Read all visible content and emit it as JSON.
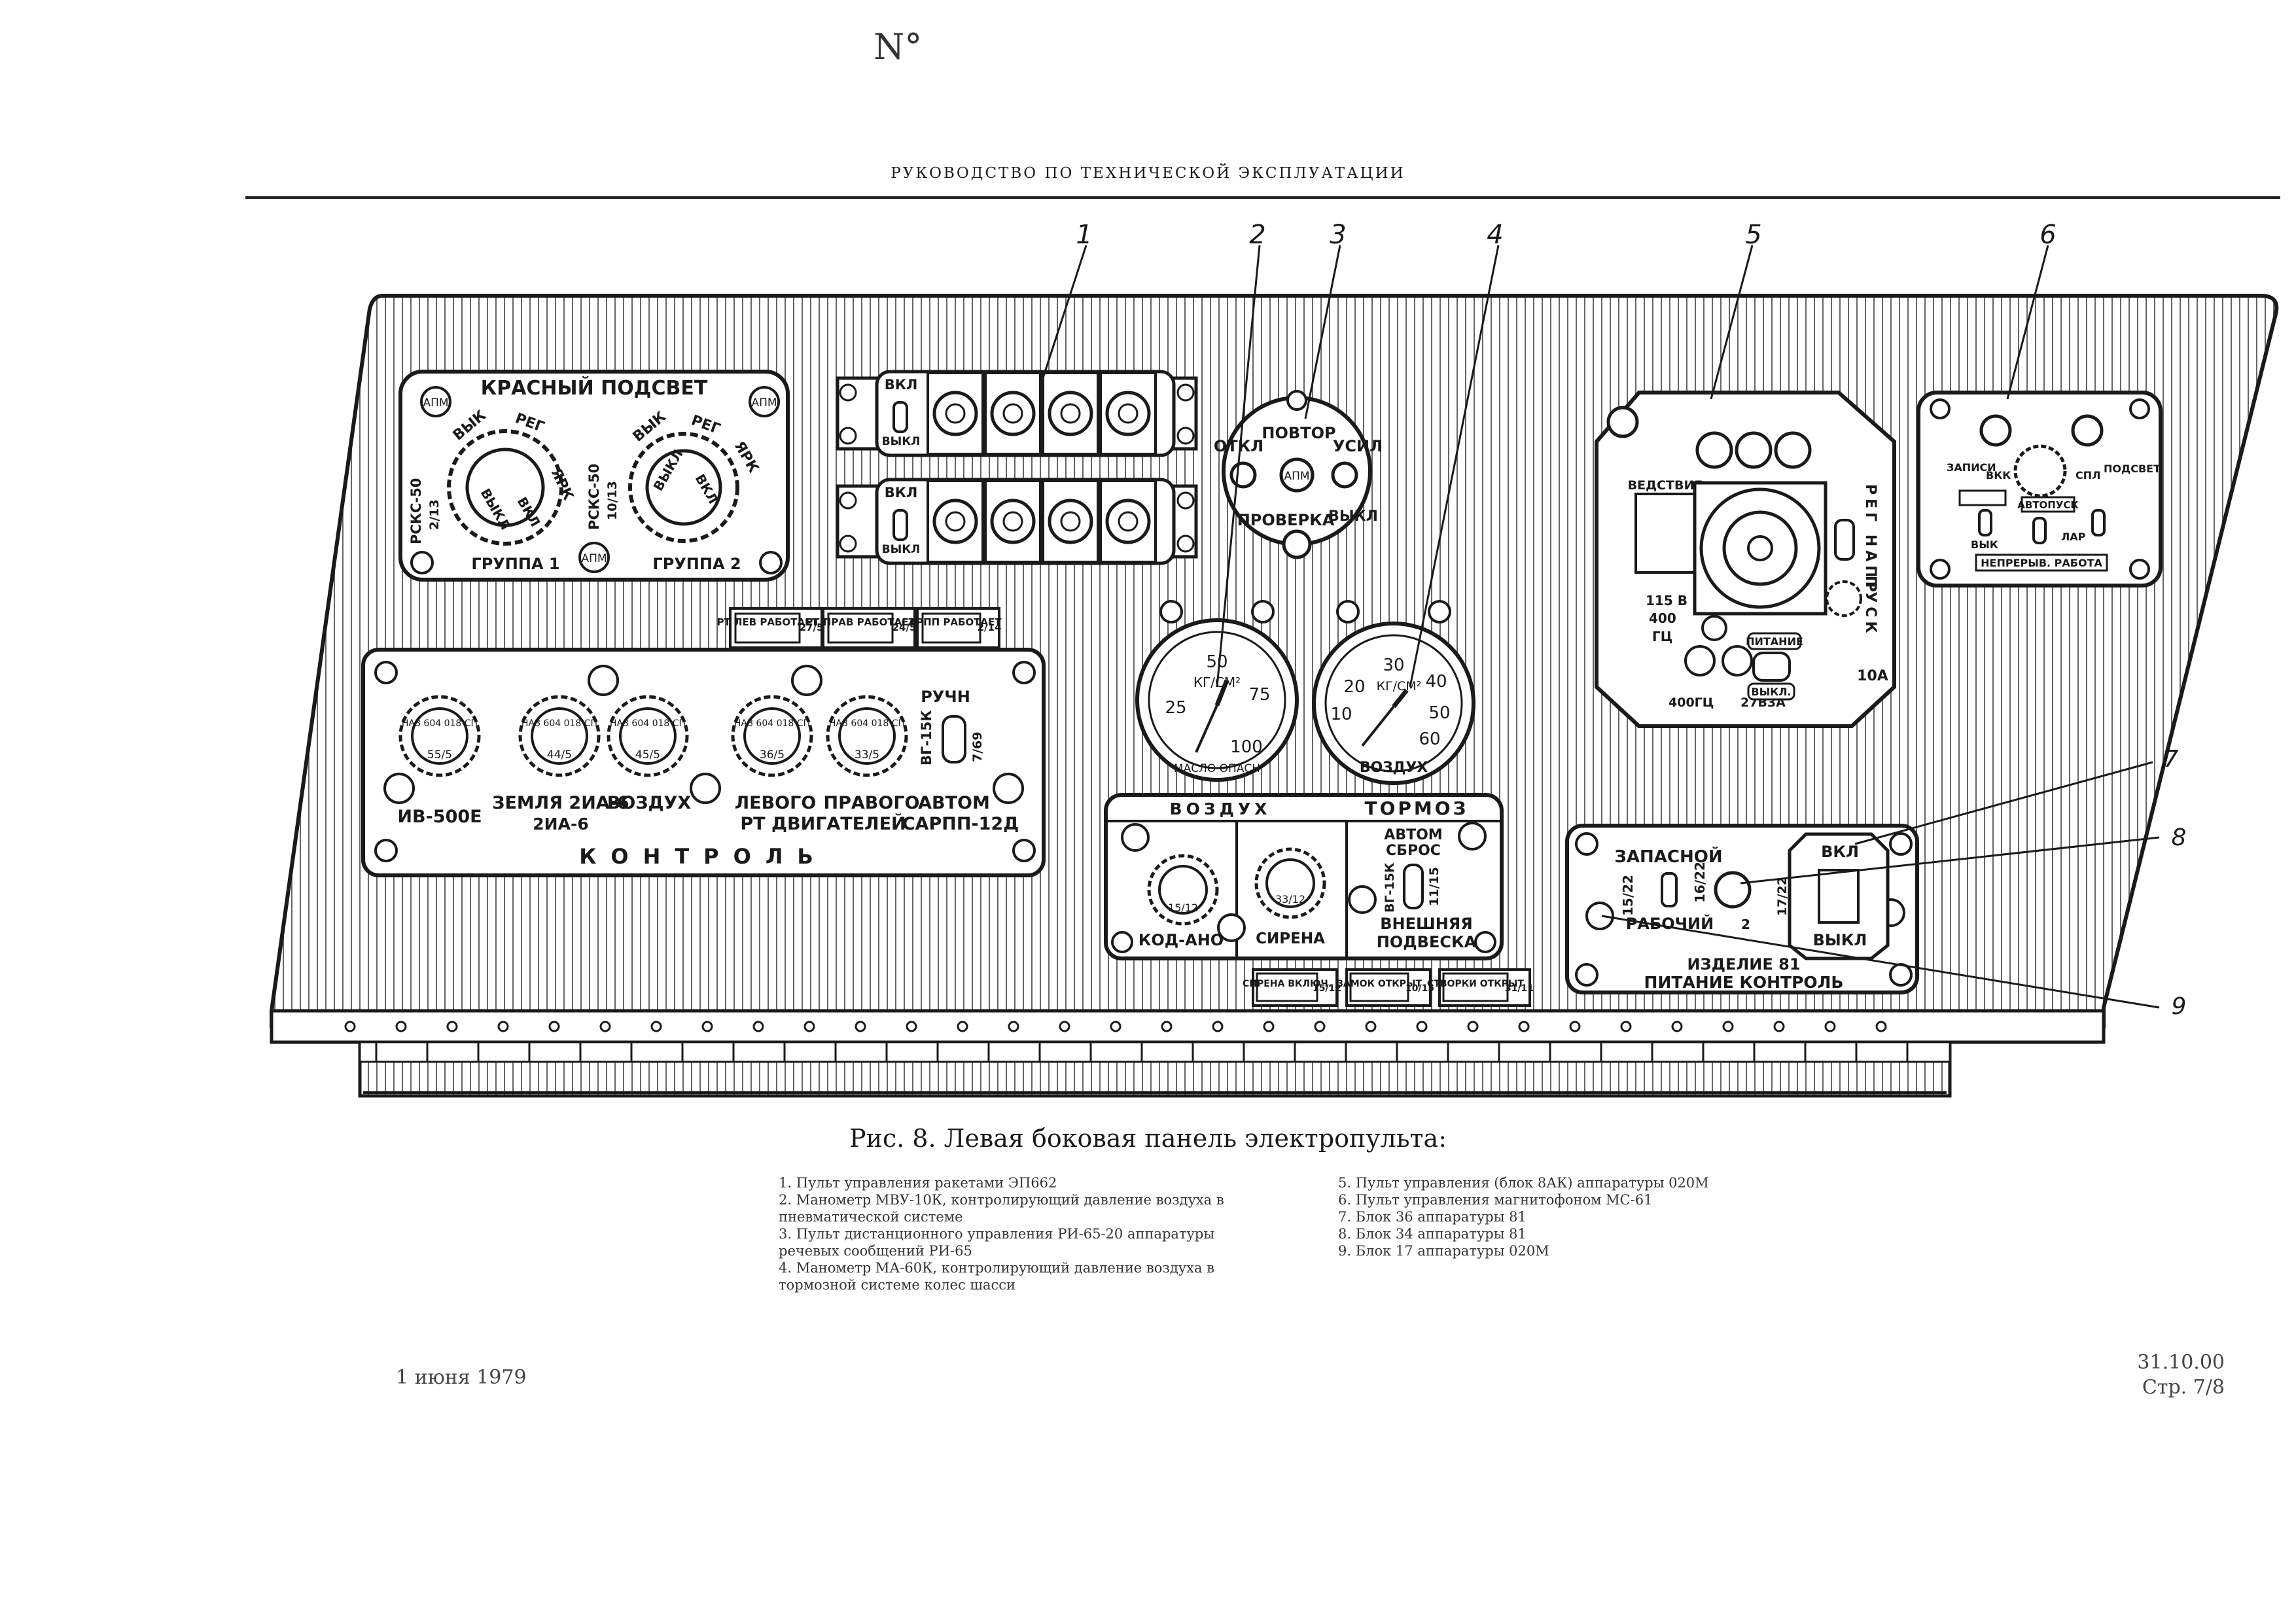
{
  "page": {
    "mark": "N°",
    "running_head": "РУКОВОДСТВО ПО ТЕХНИЧЕСКОЙ ЭКСПЛУАТАЦИИ",
    "caption": "Рис. 8. Левая боковая панель электропульта:",
    "date": "1 июня 1979",
    "code": "31.10.00",
    "page_no": "Стр. 7/8"
  },
  "legend_left": [
    "1. Пульт управления ракетами ЭП662",
    "2. Манометр МВУ-10К, контролирующий давление воздуха в пневматической системе",
    "3. Пульт дистанционного управления РИ-65-20 аппаратуры речевых сообщений РИ-65",
    "4. Манометр МА-60К, контролирующий давление воздуха в тормозной системе колес шасси"
  ],
  "legend_right": [
    "5. Пульт управления (блок 8АК) аппаратуры 020М",
    "6. Пульт управления магнитофоном МС-61",
    "7. Блок 36 аппаратуры 81",
    "8. Блок 34 аппаратуры 81",
    "9. Блок 17 аппаратуры 020М"
  ],
  "callouts": [
    "1",
    "2",
    "3",
    "4",
    "5",
    "6",
    "7",
    "8",
    "9"
  ],
  "red_light": {
    "title": "КРАСНЫЙ ПОДСВЕТ",
    "knob1": {
      "dev": "РСКС-50",
      "code": "2/13",
      "group": "ГРУППА 1"
    },
    "knob2": {
      "dev": "РСКС-50",
      "code": "10/13",
      "group": "ГРУППА 2"
    },
    "vyk": "ВЫК",
    "reg": "РЕГ",
    "yark": "ЯРК",
    "vykl": "ВЫКЛ",
    "vkl": "ВКЛ",
    "apm": "АПМ"
  },
  "rocket": {
    "vkl": "ВКЛ",
    "vykl": "ВЫКЛ"
  },
  "tags_top": [
    {
      "label": "РТ ЛЕВ РАБОТАЕТ",
      "code": "27/5"
    },
    {
      "label": "РТ ПРАВ РАБОТАЕТ",
      "code": "24/5"
    },
    {
      "label": "САРПП РАБОТАЕТ",
      "code": "2/14"
    }
  ],
  "control": {
    "title": "КОНТРОЛЬ",
    "ruchn": "РУЧН",
    "vg": "ВГ-15К",
    "vg_code": "7/69",
    "fuses": [
      {
        "code": "55/5",
        "label": "ИВ-500Е"
      },
      {
        "code": "44/5",
        "label": "ЗЕМЛЯ 2ИА-6"
      },
      {
        "code": "45/5",
        "label": "ВОЗДУХ"
      },
      {
        "code": "36/5",
        "label": "ЛЕВОГО"
      },
      {
        "code": "33/5",
        "label": "ПРАВОГО"
      }
    ],
    "rt": "РТ ДВИГАТЕЛЕЙ",
    "avtom": "АВТОМ",
    "sarpp": "САРПП-12Д",
    "fuse_text": "НАЗ 604 018 СП"
  },
  "voice": {
    "otkl": "ОТКЛ",
    "povtor": "ПОВТОР",
    "usil": "УСИЛ",
    "proverka": "ПРОВЕРКА",
    "vykl": "ВЫКЛ",
    "apm": "АПМ"
  },
  "gauge_air": {
    "unit": "КГ/СМ²",
    "ticks": [
      "25",
      "50",
      "75",
      "100"
    ],
    "label": "МАСЛО ОПАСН"
  },
  "gauge_brake": {
    "unit": "КГ/СМ²",
    "ticks": [
      "10",
      "20",
      "30",
      "40",
      "50",
      "60"
    ],
    "label": "ВОЗДУХ"
  },
  "brake_box": {
    "vozduh": "ВОЗДУХ",
    "tormoz": "ТОРМОЗ",
    "fuse1": "15/12",
    "fuse2": "33/12",
    "kod": "КОД-АНО",
    "sirena": "СИРЕНА",
    "avtom": "АВТОМ",
    "sbros": "СБРОС",
    "vg": "ВГ-15К",
    "vg_code": "11/15",
    "vnesh": "ВНЕШНЯЯ",
    "podveska": "ПОДВЕСКА"
  },
  "tags_bottom": [
    {
      "label": "СИРЕНА ВКЛЮЧ.",
      "code": "15/12"
    },
    {
      "label": "ЗАМОК ОТКРЫТ",
      "code": "10/15"
    },
    {
      "label": "СТВОРКИ ОТКРЫТ",
      "code": "31/11"
    }
  ],
  "box8ak": {
    "vedstv": "ВЕДСТВИЕ",
    "v115": "115 В",
    "hz400": "400",
    "gz": "ГЦ",
    "f400": "400ГЦ",
    "f27": "27В3А",
    "pitanie": "ПИТАНИЕ",
    "vykl": "ВЫКЛ.",
    "reg": "РЕГ НАПР",
    "pusk": "ПУСК",
    "a10": "10А"
  },
  "ms61": {
    "zapisi": "ЗАПИСИ",
    "vkk": "ВКК",
    "spl": "СПЛ",
    "podsv": "ПОДСВЕТ",
    "vyk": "ВЫК",
    "avtopusk": "АВТОПУСК",
    "lar": "ЛАР",
    "nepr": "НЕПРЕРЫВ. РАБОТА"
  },
  "izdelie": {
    "zapas": "ЗАПАСНОЙ",
    "rabochiy": "РАБОЧИЙ",
    "c1522": "15/22",
    "c1622": "16/22",
    "c1722": "17/22",
    "n2": "2",
    "vkl": "ВКЛ",
    "vykl": "ВЫКЛ",
    "title1": "ИЗДЕЛИЕ 81",
    "title2": "ПИТАНИЕ КОНТРОЛЬ"
  }
}
